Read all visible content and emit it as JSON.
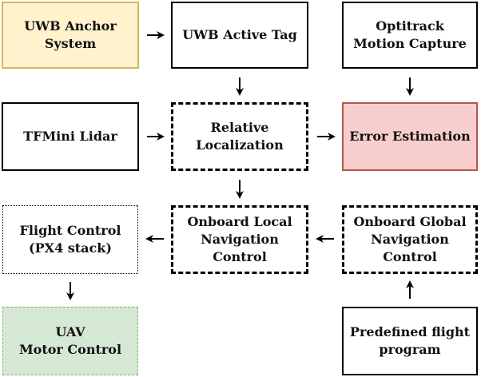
{
  "diagram": {
    "nodes": {
      "uwb_anchor": "UWB Anchor\nSystem",
      "uwb_tag": "UWB Active Tag",
      "optitrack": "Optitrack\nMotion Capture",
      "tfmini": "TFMini Lidar",
      "relative_loc": "Relative\nLocalization",
      "error_est": "Error Estimation",
      "flight_control": "Flight Control\n(PX4 stack)",
      "local_nav": "Onboard Local\nNavigation Control",
      "global_nav": "Onboard Global\nNavigation Control",
      "uav_motor": "UAV\nMotor Control",
      "predefined": "Predefined flight\nprogram"
    },
    "colors": {
      "anchor_fill": "#fff2cc",
      "anchor_border": "#d6b656",
      "error_fill": "#f8cecc",
      "error_border": "#b85450",
      "motor_fill": "#d5e8d4",
      "motor_border": "#82b366"
    }
  }
}
